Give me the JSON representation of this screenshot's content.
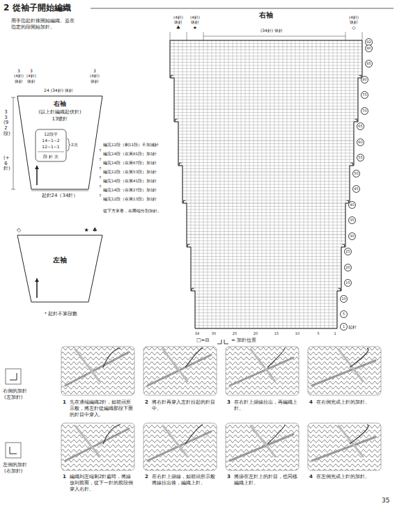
{
  "diagram": {
    "title": "2 從袖子開始編織",
    "nodes": [
      {
        "text": [
          "右袖",
          "(以上針編織起伏針)",
          "13號針"
        ]
      },
      {
        "text": [
          "12段平",
          "14−1−2",
          "12−1−1",
          "段 針 次",
          "2次"
        ],
        "in": 0
      },
      {
        "text": [
          "左袖"
        ]
      }
    ],
    "labels": [
      "用手指起針後開始編織。並在指定的段開始加針。",
      "3",
      "(4針)",
      "休針",
      "3",
      "(4針)",
      "休針",
      "24 (34針) 休針",
      "3",
      "(4針)",
      "休針",
      "33 (92段)",
      "(+6針)",
      "起針24（34針）",
      "編完12段（剩11段）不加減針",
      "編完14段（在第81段）加1針",
      "編完14段（在第67段）加1針",
      "編完12段（在第53段）加1針",
      "編完14段（在第41段）加1針",
      "編完14段（在第27段）加1針",
      "編完12段（在第13段）加1針",
      "從下方來看，在兩端分別加針。",
      "◇",
      "★",
      "♣",
      "＊起針不算段數",
      "右袖",
      "(4針)",
      "休針",
      "♣",
      "(4針)",
      "休針",
      "★",
      "(34針) 休針",
      "(4針)",
      "休針",
      "◇",
      "92",
      "90",
      "85",
      "80",
      "75",
      "70",
      "65",
      "60",
      "55",
      "50",
      "45",
      "40",
      "35",
      "30",
      "25",
      "20",
      "15",
      "10",
      "5",
      "1",
      "起針",
      "34",
      "30",
      "25",
      "20",
      "15",
      "10",
      "5",
      "1",
      "□=⊟",
      "= 加針位置",
      "右側的加針",
      "(左加針)",
      "1",
      "先在邊端編織2針，如箭頭所示般，將左針從編織那段下面的針目中穿入。",
      "2",
      "將右針再穿入左針拉起的針目中。",
      "3",
      "在右針上掛線拉出，再編織上針。",
      "4",
      "在右側完成上針的加針。",
      "左側的加針",
      "(右加針)",
      "1",
      "編織到左端剩2針處時，將線放到前面，從下一針的前段側穿入右針。",
      "2",
      "在右針上掛線，如箭頭所示般將線拉出後，編織上針。",
      "3",
      "將掛在左針上的針目，也同樣編織上針。",
      "4",
      "在左側完成上針的加針。",
      "35"
    ]
  }
}
